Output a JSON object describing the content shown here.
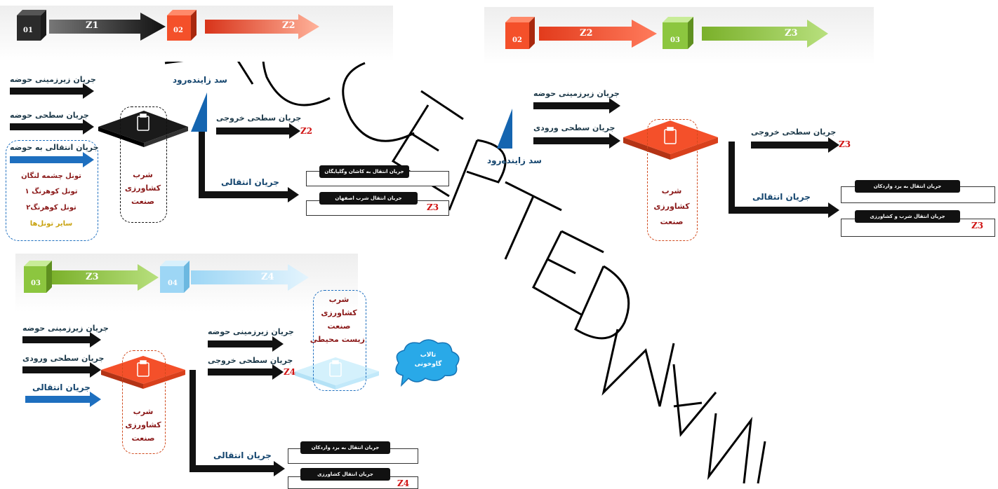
{
  "colors": {
    "z1": "#2b2b2b",
    "z2": "#f4502a",
    "z3": "#8cc63f",
    "z4": "#9dd6f5",
    "black": "#111111",
    "blue": "#1e6fbf",
    "red": "#d01414",
    "orange": "#d0491c"
  },
  "watermark": "ACCEPTED MANUSCRIPT",
  "panel1": {
    "stages": [
      {
        "num": "01",
        "label": "Z1"
      },
      {
        "num": "02",
        "label": "Z2"
      }
    ],
    "in_groundwater": "جریان زیرزمینی حوضه",
    "in_surface": "جریان سطحی حوضه",
    "in_transfer": "جریان انتقالی به حوضه",
    "tunnels": [
      "تونل چشمه لنگان",
      "تونل کوهرنگ ۱",
      "تونل کوهرنگ۲",
      "سایر تونل‌ها"
    ],
    "uses": [
      "شرب",
      "کشاورزی",
      "صنعت"
    ],
    "dam": "سد زاینده‌رود",
    "out_surface": "جریان سطحی خروجی",
    "out_surface_zone": "Z2",
    "transfer_label": "جریان انتقالی",
    "transfers": [
      {
        "text": "جریان انتقال به کاشان وگلپایگان",
        "zone": ""
      },
      {
        "text": "جریان انتقال شرب اصفهان",
        "zone": "Z3"
      }
    ]
  },
  "panel2": {
    "stages": [
      {
        "num": "02",
        "label": "Z2"
      },
      {
        "num": "03",
        "label": "Z3"
      }
    ],
    "in_groundwater": "جریان زیرزمینی حوضه",
    "in_surface": "جریان سطحی ورودی",
    "dam": "سد زاینده‌رود",
    "uses": [
      "شرب",
      "کشاورزی",
      "صنعت"
    ],
    "out_surface": "جریان سطحی خروجی",
    "out_surface_zone": "Z3",
    "transfer_label": "جریان انتقالی",
    "transfers": [
      {
        "text": "جریان انتقال به یزد واردکان",
        "zone": ""
      },
      {
        "text": "جریان انتقال شرب و کشاورزی",
        "zone": "Z3"
      }
    ]
  },
  "panel3": {
    "stages": [
      {
        "num": "03",
        "label": "Z3"
      },
      {
        "num": "04",
        "label": "Z4"
      }
    ],
    "in_groundwater": "جریان زیرزمینی حوضه",
    "in_surface": "جریان سطحی ورودی",
    "in_transfer": "جریان انتقالی",
    "uses": [
      "شرب",
      "کشاورزی",
      "صنعت"
    ],
    "out_groundwater": "جریان زیرزمینی حوضه",
    "out_surface": "جریان سطحی خروجی",
    "out_surface_zone": "Z4",
    "down_uses": [
      "شرب",
      "کشاورزی",
      "صنعت",
      "زیست محیطی"
    ],
    "wetland": [
      "تالاب",
      "گاوخونی"
    ],
    "transfer_label": "جریان انتقالی",
    "transfers": [
      {
        "text": "جریان انتقال به یزد واردکان",
        "zone": ""
      },
      {
        "text": "جریان انتقال کشاورزی",
        "zone": "Z4"
      }
    ]
  }
}
